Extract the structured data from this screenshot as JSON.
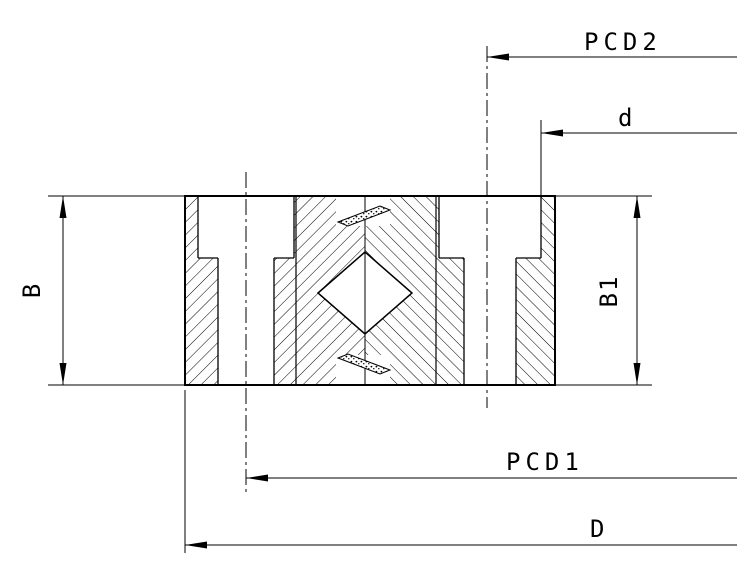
{
  "diagram": {
    "labels": {
      "pcd2": "PCD2",
      "hole_diameter": "d",
      "width_b": "B",
      "width_b1": "B1",
      "pcd1": "PCD1",
      "outer_diameter": "D"
    },
    "colors": {
      "line": "#000000",
      "background": "#ffffff"
    }
  }
}
